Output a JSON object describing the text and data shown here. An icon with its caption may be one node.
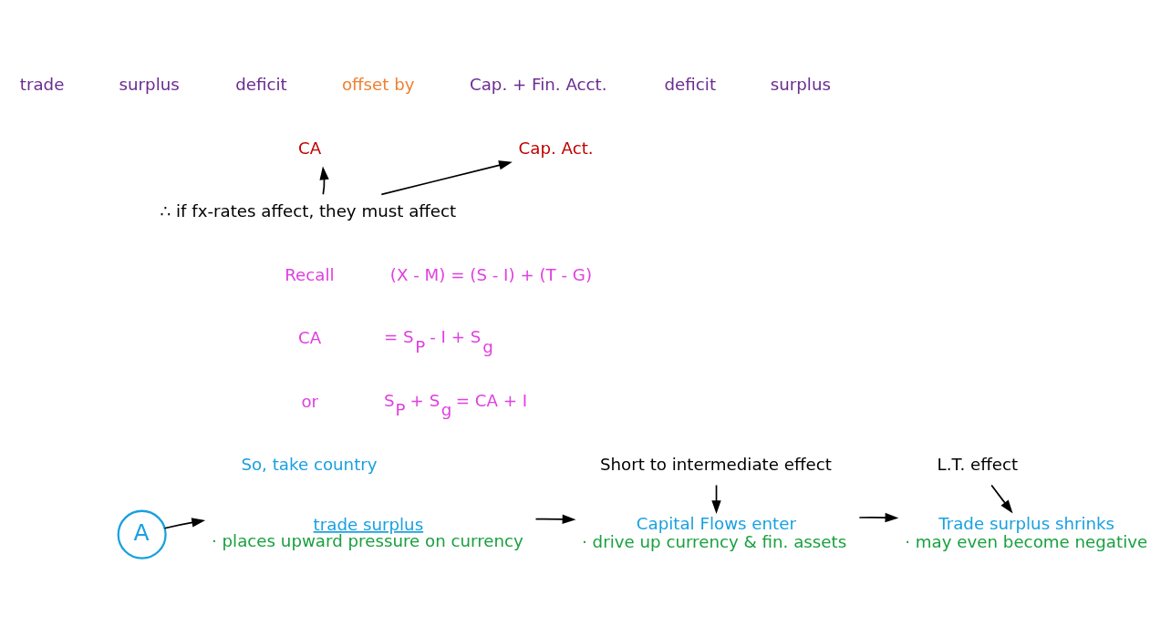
{
  "diagram": {
    "nodes": [
      {
        "text": [
          "CA"
        ]
      },
      {
        "text": [
          "Cap. Act."
        ]
      },
      {
        "text": [
          "∴ if fx-rates affect, they must affect"
        ]
      },
      {
        "text": [
          "Short to intermediate effect"
        ]
      },
      {
        "text": [
          "L.T. effect"
        ]
      },
      {
        "text": [
          "A"
        ]
      },
      {
        "text": [
          "trade surplus",
          "· places upward pressure on currency"
        ]
      },
      {
        "text": [
          "Capital Flows enter",
          "· drive up currency & fin. assets"
        ]
      },
      {
        "text": [
          "Trade surplus shrinks",
          "· may even become negative"
        ]
      }
    ],
    "edges": [
      {
        "from": 2,
        "to": 0,
        "arrow": "to"
      },
      {
        "from": 2,
        "to": 1,
        "arrow": "to"
      },
      {
        "from": 3,
        "to": 7,
        "arrow": "to"
      },
      {
        "from": 4,
        "to": 8,
        "arrow": "to"
      },
      {
        "from": 5,
        "to": 6,
        "arrow": "to"
      },
      {
        "from": 6,
        "to": 7,
        "arrow": "to"
      },
      {
        "from": 7,
        "to": 8,
        "arrow": "to"
      }
    ],
    "labels": [
      "trade",
      "surplus",
      "deficit",
      "offset by",
      "Cap. + Fin. Acct.",
      "deficit",
      "surplus",
      "Recall",
      "(X - M) = (S - I) + (T - G)",
      "CA",
      "= S$_{P}$ - I + S$_{g}$",
      "or",
      "S$_{P}$ + S$_{g}$ = CA + I",
      "So, take country"
    ]
  }
}
